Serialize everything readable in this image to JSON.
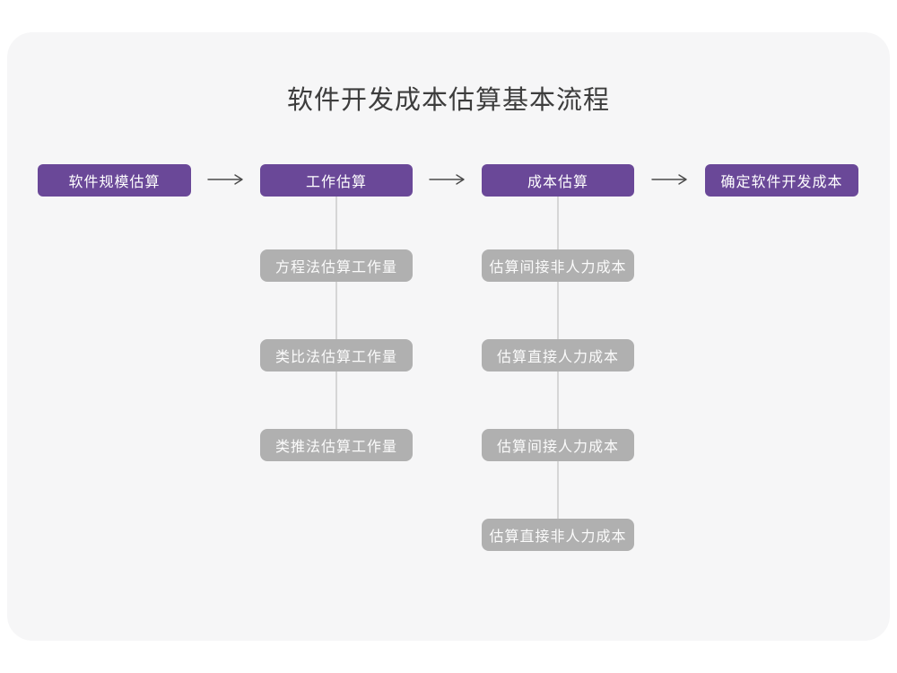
{
  "page": {
    "title": "软件开发成本估算基本流程"
  },
  "colors": {
    "page_background": "#ffffff",
    "card_background": "#f6f6f7",
    "main_step_fill": "#6a4898",
    "sub_step_fill": "#b0b0b0",
    "box_text": "#ffffff",
    "title_text": "#3d3d3d",
    "arrow_stroke": "#4a4a4a",
    "connector_line": "#d6d6d6"
  },
  "flow": {
    "main_steps": [
      {
        "label": "软件规模估算"
      },
      {
        "label": "工作估算"
      },
      {
        "label": "成本估算"
      },
      {
        "label": "确定软件开发成本"
      }
    ],
    "work_estimation_methods": [
      {
        "label": "方程法估算工作量"
      },
      {
        "label": "类比法估算工作量"
      },
      {
        "label": "类推法估算工作量"
      }
    ],
    "cost_estimation_methods": [
      {
        "label": "估算间接非人力成本"
      },
      {
        "label": "估算直接人力成本"
      },
      {
        "label": "估算间接人力成本"
      },
      {
        "label": "估算直接非人力成本"
      }
    ]
  }
}
